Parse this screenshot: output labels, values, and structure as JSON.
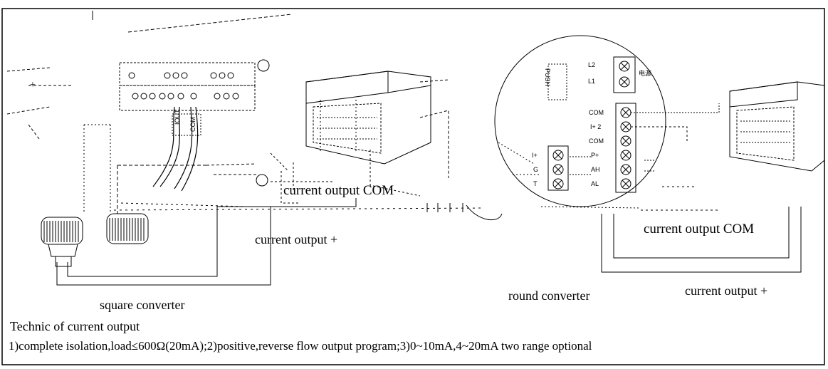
{
  "labels": {
    "current_output_com_left": "current output COM",
    "current_output_plus_left": "current output +",
    "square_converter": "square converter",
    "current_output_com_right": "current output COM",
    "round_converter": "round converter",
    "current_output_plus_right": "current output +",
    "technic_title": "Technic of current output",
    "technic_desc": "1)complete isolation,load≤600Ω(20mA);2)positive,reverse flow output program;3)0~10mA,4~20mA two range optional"
  },
  "square_terminal": {
    "plus": "+",
    "iout": "IOUT",
    "com": "COM"
  },
  "round_terminal": {
    "push": "PUSH",
    "l2": "L2",
    "l1": "L1",
    "power": "电源",
    "com1": "COM",
    "i_plus_2": "I+ 2",
    "com2": "COM",
    "p_plus": "P+",
    "ah": "AH",
    "al": "AL",
    "i_plus": "I+",
    "g": "G",
    "t": "T"
  }
}
